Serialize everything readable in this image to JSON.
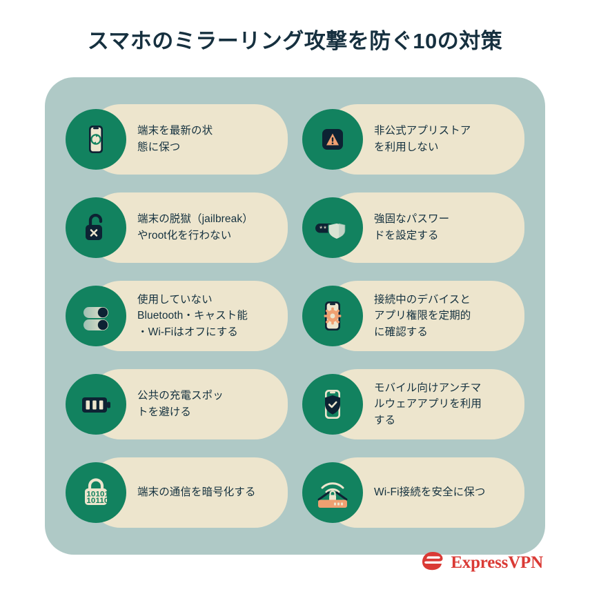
{
  "title": "スマホのミラーリング攻撃を防ぐ10の対策",
  "colors": {
    "background": "#FFFFFF",
    "panel": "#AFC9C6",
    "pill": "#EDE5CD",
    "badge_green": "#12825F",
    "text_navy": "#14313F",
    "icon_dark": "#0D2233",
    "icon_cream": "#EDE5CD",
    "icon_orange": "#F0A071",
    "brand_red": "#DA3A35"
  },
  "items": [
    {
      "id": 1,
      "icon": "phone-refresh-icon",
      "label": "端末を最新の状\n態に保つ"
    },
    {
      "id": 2,
      "icon": "warning-app-icon",
      "label": "非公式アプリストア\nを利用しない"
    },
    {
      "id": 3,
      "icon": "unlocked-padlock-x-icon",
      "label": "端末の脱獄（jailbreak）\nやroot化を行わない"
    },
    {
      "id": 4,
      "icon": "password-shield-icon",
      "label": "強固なパスワー\nドを設定する"
    },
    {
      "id": 5,
      "icon": "toggle-switches-icon",
      "label": "使用していない\nBluetooth・キャスト能\n・Wi-Fiはオフにする"
    },
    {
      "id": 6,
      "icon": "phone-gear-icon",
      "label": "接続中のデバイスと\nアプリ権限を定期的\nに確認する"
    },
    {
      "id": 7,
      "icon": "battery-icon",
      "label": "公共の充電スポッ\nトを避ける"
    },
    {
      "id": 8,
      "icon": "phone-shield-check-icon",
      "label": "モバイル向けアンチマ\nルウェアアプリを利用\nする"
    },
    {
      "id": 9,
      "icon": "binary-padlock-icon",
      "label": "端末の通信を暗号化する"
    },
    {
      "id": 10,
      "icon": "router-wifi-lock-icon",
      "label": "Wi-Fi接続を安全に保つ"
    }
  ],
  "icon_binary": {
    "line1": "10101",
    "line2": "10110"
  },
  "icon_password_dots": "****",
  "footer": {
    "brand": "ExpressVPN",
    "mark": "expressvpn-e-logo-icon"
  }
}
